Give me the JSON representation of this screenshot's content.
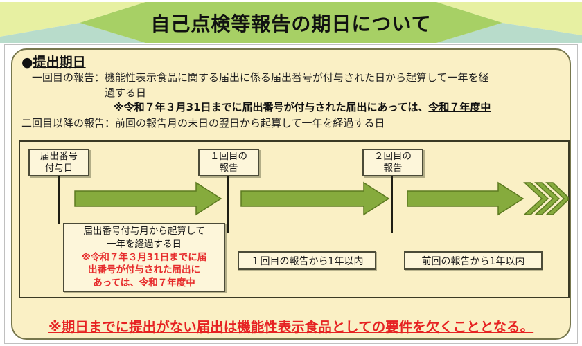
{
  "banner": {
    "title": "自己点検等報告の期日について"
  },
  "colors": {
    "banner_green": "#a7d065",
    "corner_yellow": "#e7f0a2",
    "corner_teal": "#b8dccb",
    "panel_cream": "#faf0c5",
    "arrow_green": "#86ab3d",
    "alert_red": "#e62c2c"
  },
  "section": {
    "bullet": "●",
    "heading": "提出期日",
    "line1": "一回目の報告：機能性表示食品に関する届出に係る届出番号が付与された日から起算して一年を経",
    "line2": "過する日",
    "note_prefix": "※令和７年３月31日までに届出番号が付与された届出にあっては、",
    "note_underlined": "令和７年度中",
    "line4": "二回目以降の報告：前回の報告月の末日の翌日から起算して一年を経過する日"
  },
  "timeline": {
    "milestones": [
      {
        "line1": "届出番号",
        "line2": "付与日"
      },
      {
        "line1": "１回目の",
        "line2": "報告"
      },
      {
        "line1": "２回目の",
        "line2": "報告"
      }
    ],
    "explanation": {
      "black1": "届出番号付与月から起算して",
      "black2": "一年を経過する日",
      "red1": "※令和７年３月31日までに届",
      "red2": "出番号が付与された届出に",
      "red3": "あっては、令和７年度中"
    },
    "intervals": [
      {
        "label": "１回目の報告から1年以内"
      },
      {
        "label": "前回の報告から1年以内"
      }
    ]
  },
  "footer": {
    "warning": "※期日までに提出がない届出は機能性表示食品としての要件を欠くこととなる。"
  }
}
